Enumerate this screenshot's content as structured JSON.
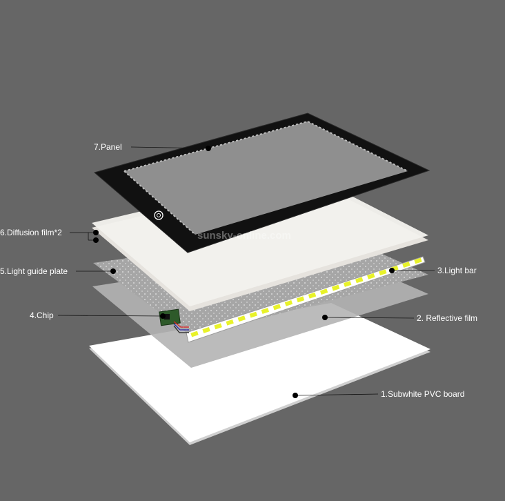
{
  "labels": {
    "panel": "7.Panel",
    "diffusion": "6.Diffusion film*2",
    "light_guide": "5.Light guide plate",
    "chip": "4.Chip",
    "light_bar": "3.Light bar",
    "reflective": "2. Reflective film",
    "pvc_board": "1.Subwhite PVC board"
  },
  "watermark": "sunsky-online.com",
  "colors": {
    "background": "#666666",
    "panel_frame": "#111111",
    "panel_window": "#9a9a9a",
    "pvc_board": "#ffffff",
    "reflective_film": "#b4b4b4",
    "diffusion_film": "#f2f0ec",
    "led": "#e8f22a",
    "chip_board": "#2e5a2a",
    "label_text": "#ffffff"
  },
  "icons": {
    "power_button": "power-button-icon"
  }
}
